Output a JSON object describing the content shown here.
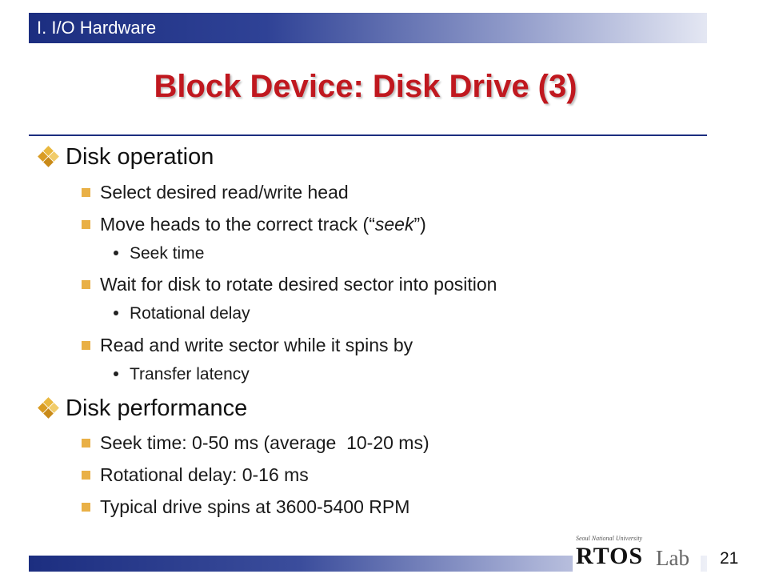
{
  "slide": {
    "section": "I. I/O Hardware",
    "title": "Block Device: Disk Drive (3)",
    "page_number": "21"
  },
  "content": {
    "operation": {
      "heading": "Disk operation",
      "select": "Select desired read/write head",
      "move_prefix": "Move heads to the correct track (“",
      "move_italic": "seek",
      "move_suffix": "”)",
      "seek_time": "Seek time",
      "wait": "Wait for disk to rotate desired sector into position",
      "rotational_delay": "Rotational delay",
      "read_write": "Read and write sector while it spins by",
      "transfer_latency": "Transfer latency"
    },
    "performance": {
      "heading": "Disk performance",
      "seek": "Seek time: 0-50 ms (average  10-20 ms)",
      "rotational": "Rotational delay: 0-16 ms",
      "typical": "Typical drive spins at 3600-5400 RPM"
    }
  },
  "footer": {
    "logo_caption": "Seoul National University",
    "logo_main": "RTOS",
    "logo_sub": "Lab"
  },
  "colors": {
    "title_red": "#c0181f",
    "bar_navy": "#1c2e80",
    "bullet_gold": "#e9b046"
  }
}
